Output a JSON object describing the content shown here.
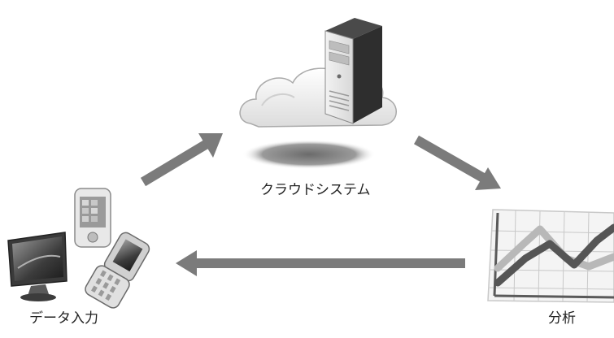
{
  "nodes": {
    "cloud": {
      "label": "クラウドシステム",
      "icon": "cloud-server-icon"
    },
    "input": {
      "label": "データ入力",
      "icons": [
        "pc-monitor-icon",
        "smartphone-icon",
        "flip-phone-icon"
      ]
    },
    "analysis": {
      "label": "分析",
      "icon": "line-chart-icon"
    }
  },
  "flows": [
    {
      "from": "input",
      "to": "cloud"
    },
    {
      "from": "cloud",
      "to": "analysis"
    },
    {
      "from": "analysis",
      "to": "input"
    }
  ],
  "colors": {
    "arrow": "#7b7b7b",
    "chart_dark_line": "#555555",
    "chart_light_line": "#b8b8b8"
  }
}
